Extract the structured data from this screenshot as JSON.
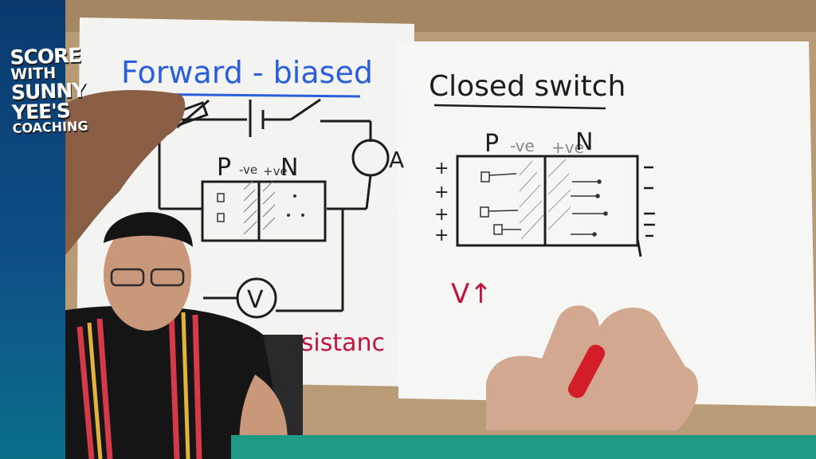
{
  "brand": {
    "line1": "SCORE",
    "line2": "WITH",
    "line3": "SUNNY",
    "line4": "YEE'S",
    "line5": "COACHING"
  },
  "left_sheet": {
    "title": "Forward - biased",
    "p_label": "P",
    "n_label": "N",
    "neg_label": "-ve",
    "pos_label": "+ve",
    "ammeter": "A",
    "voltmeter": "V",
    "caption": "gh resistanc"
  },
  "right_sheet": {
    "title": "Closed switch",
    "p_label": "P",
    "n_label": "N",
    "neg_label": "-ve",
    "pos_label": "+ve",
    "voltage_note": "V↑"
  },
  "colors": {
    "title_blue": "#2b5fd9",
    "ink": "#1d1d1d",
    "red_ink": "#c0143c",
    "teal_bar": "#1f9a86",
    "brand_blue": "#0e4e86"
  }
}
